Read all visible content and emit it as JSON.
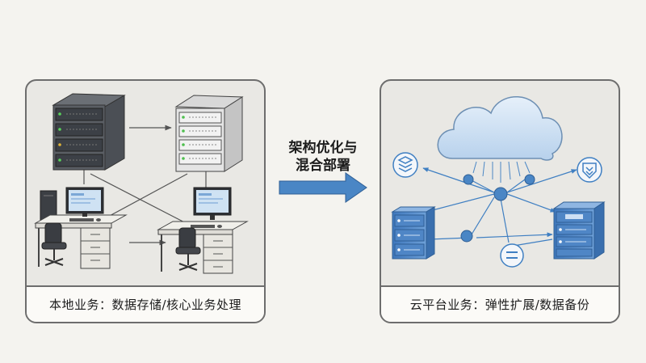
{
  "left_panel": {
    "caption": "本地业务：数据存储/核心业务处理"
  },
  "right_panel": {
    "caption": "云平台业务：弹性扩展/数据备份"
  },
  "transition": {
    "line1": "架构优化与",
    "line2": "混合部署"
  },
  "colors": {
    "accent_blue": "#4a86c5",
    "cloud_blue": "#c8dcef",
    "panel_bg": "#e9e8e4",
    "arrow_blue": "#3f7fc2"
  },
  "icons": [
    "rack-server-icon",
    "tower-server-icon",
    "computer-desk-icon",
    "office-chair-icon",
    "cloud-icon",
    "database-icon",
    "download-shield-icon",
    "blue-server-icon",
    "network-node-icon",
    "equals-node-icon"
  ]
}
